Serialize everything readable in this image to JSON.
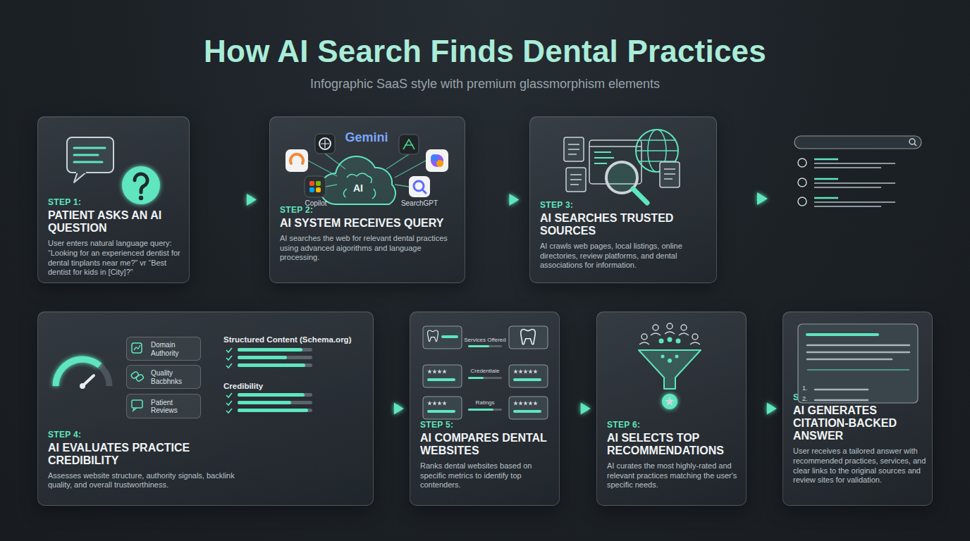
{
  "diagram": {
    "title": "How AI Search Finds Dental Practices",
    "caption": "Infographic SaaS style with premium glassmorphism elements",
    "nodes": [
      {
        "text": [
          "STEP 1:",
          "PATIENT ASKS AN AI QUESTION",
          "User enters natural language query: “Looking for an experienced dentist for dental tinplants near me?” vr “Best dentist for kids in [City]?”"
        ]
      },
      {
        "text": [
          "STEP 2:",
          "AI SYSTEM RECEIVES QUERY",
          "AI searches the web for relevant dental practices using advanced aigorithms and language processing."
        ]
      },
      {
        "text": [
          "STEP 3:",
          "AI SEARCHES TRUSTED SOURCES",
          "AI crawls web pages, local listings, online directories, review platforms, and dental associations for information."
        ]
      },
      {
        "text": [
          "STEP 4:",
          "AI EVALUATES PRACTICE CREDIBILITY",
          "Assesses website structure, authority signals, backlink quality, and overall trustworthiness."
        ]
      },
      {
        "text": [
          "Domain Authority"
        ],
        "in": 3
      },
      {
        "text": [
          "Quality Bacbhnks"
        ],
        "in": 3
      },
      {
        "text": [
          "Patient Reviews"
        ],
        "in": 3
      },
      {
        "text": [
          "STEP 5:",
          "AI COMPARES DENTAL WEBSITES",
          "Ranks dental websites based on specific metrics to identify top contenders."
        ]
      },
      {
        "text": [
          "STEP 6:",
          "AI SELECTS TOP RECOMMENDATIONS",
          "AI curates the most highly-rated and relevant practices matching the user's specific needs."
        ]
      },
      {
        "text": [
          "STEP 7:",
          "AI GENERATES CITATION-BACKED ANSWER",
          "User receives a tailored answer with recommended practices, services, and clear links to the original sources and review sites for validation."
        ]
      }
    ],
    "edges": [
      {
        "from": 0,
        "to": 1,
        "arrow": "to"
      },
      {
        "from": 1,
        "to": 2,
        "arrow": "to"
      },
      {
        "from": 3,
        "to": 7,
        "arrow": "to"
      },
      {
        "from": 7,
        "to": 8,
        "arrow": "to"
      },
      {
        "from": 8,
        "to": 9,
        "arrow": "to"
      }
    ],
    "labels": [
      "Gemini",
      "AI",
      "Copilot",
      "SearchGPT",
      "Structured Content (Schema.org)",
      "Credibility",
      "Services Offered",
      "Credentiale",
      "Ratings",
      "1.",
      "2."
    ]
  }
}
